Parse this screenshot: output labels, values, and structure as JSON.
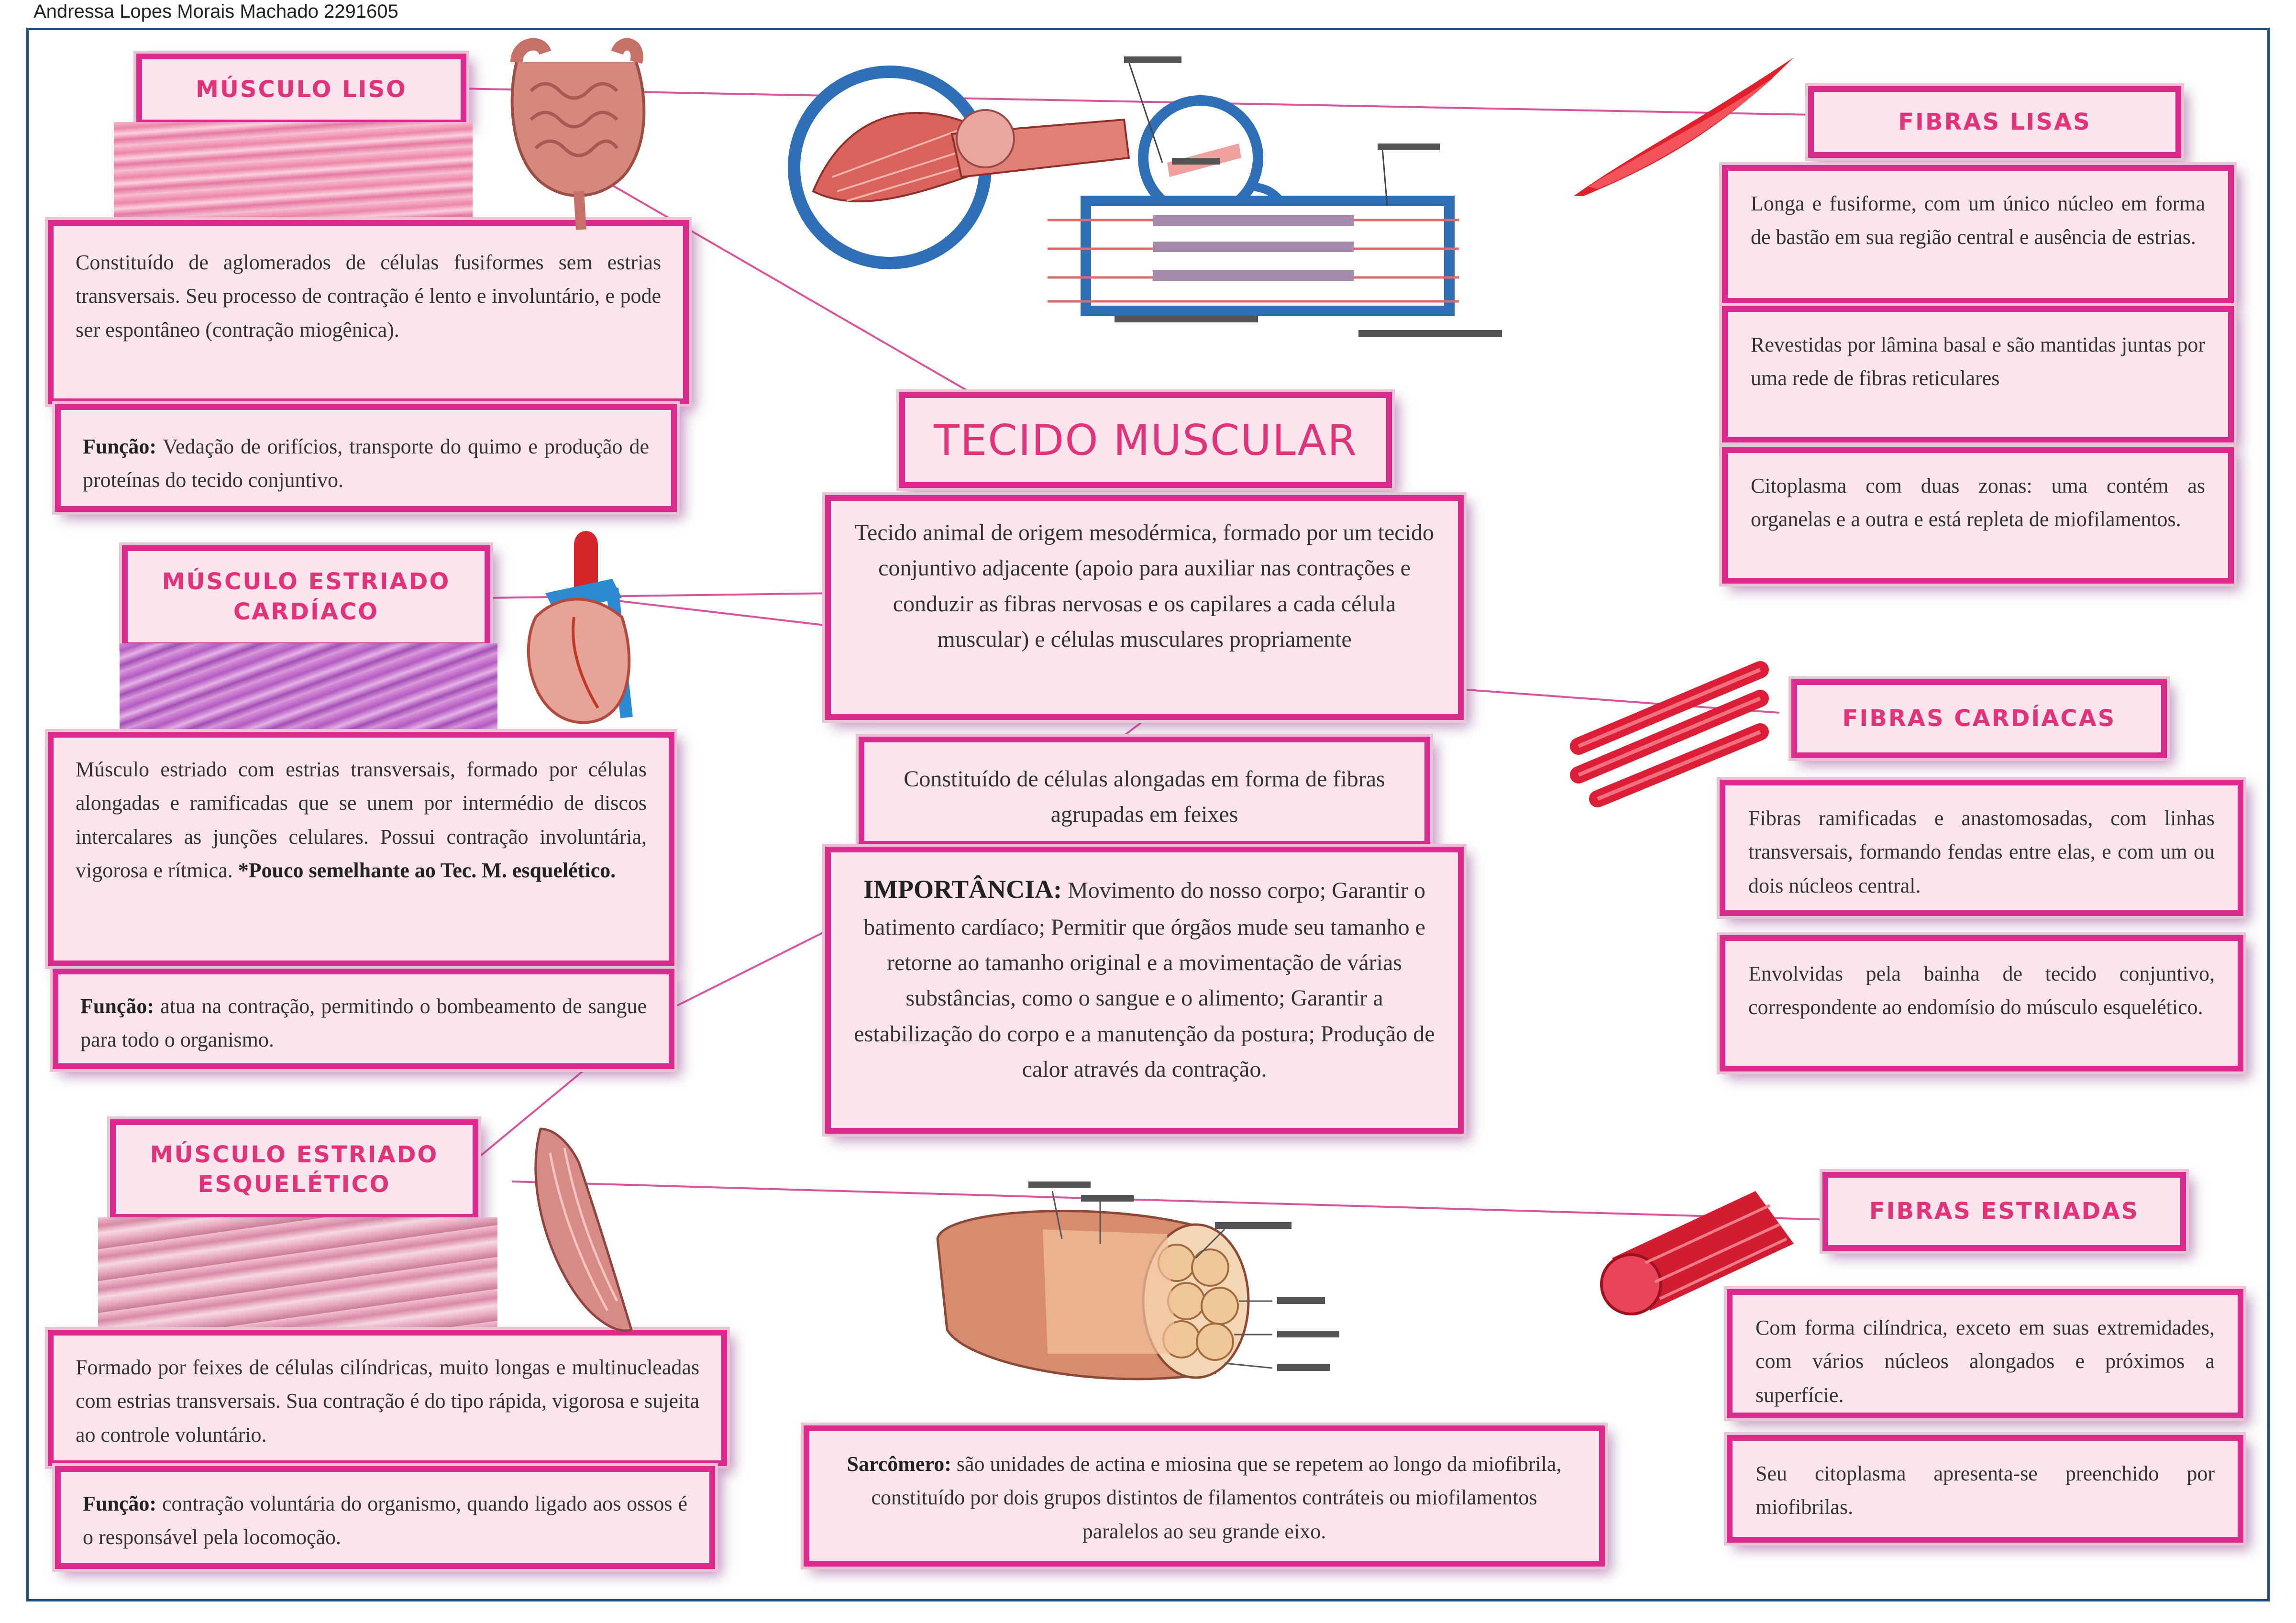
{
  "author": "Andressa Lopes Morais Machado 2291605",
  "main_title": "TECIDO MUSCULAR",
  "center": {
    "definition": "Tecido animal de origem mesodérmica, formado por um tecido conjuntivo adjacente (apoio para auxiliar nas contrações e conduzir as fibras nervosas e os capilares a cada célula muscular) e células musculares propriamente",
    "constitution": "Constituído de células alongadas em forma de fibras agrupadas em feixes",
    "importance_label": "IMPORTÂNCIA:",
    "importance_text": "Movimento do nosso corpo; Garantir o batimento cardíaco; Permitir que órgãos mude seu tamanho e retorne ao tamanho original e a movimentação de várias substâncias, como o sangue e o alimento; Garantir a estabilização do corpo e a manutenção da postura; Produção de calor através da contração."
  },
  "smooth": {
    "title": "MÚSCULO LISO",
    "description": "Constituído de aglomerados de células fusiformes sem estrias transversais. Seu processo de contração é lento e involuntário, e pode ser espontâneo (contração miogênica).",
    "function_label": "Função:",
    "function_text": "Vedação de orifícios, transporte do quimo e produção de proteínas do tecido conjuntivo."
  },
  "cardiac": {
    "title": "MÚSCULO ESTRIADO CARDÍACO",
    "description": "Músculo estriado com estrias transversais, formado por células alongadas e ramificadas que se unem por intermédio de discos intercalares as junções celulares. Possui contração involuntária, vigorosa e rítmica.",
    "note": "*Pouco semelhante ao Tec. M. esquelético.",
    "function_label": "Função:",
    "function_text": "atua na contração, permitindo o bombeamento de sangue para todo o organismo."
  },
  "skeletal": {
    "title": "MÚSCULO ESTRIADO ESQUELÉTICO",
    "description": "Formado por feixes de células cilíndricas, muito longas e multinucleadas com estrias transversais. Sua contração é do tipo rápida, vigorosa e sujeita ao controle voluntário.",
    "function_label": "Função:",
    "function_text": "contração voluntária do organismo, quando ligado aos ossos é o responsável pela locomoção."
  },
  "smooth_fibers": {
    "title": "FIBRAS LISAS",
    "items": [
      "Longa e fusiforme, com um único núcleo em forma de bastão em sua região central e ausência de estrias.",
      "Revestidas por lâmina basal e são mantidas juntas por uma rede de fibras reticulares",
      "Citoplasma com duas zonas: uma contém as organelas e a outra e está repleta de miofilamentos."
    ]
  },
  "cardiac_fibers": {
    "title": "FIBRAS CARDÍACAS",
    "items": [
      "Fibras ramificadas e anastomosadas, com linhas transversais, formando fendas entre elas, e com um ou dois núcleos central.",
      "Envolvidas pela bainha de tecido conjuntivo, correspondente ao endomísio do músculo esquelético."
    ]
  },
  "striated_fibers": {
    "title": "FIBRAS ESTRIADAS",
    "items": [
      "Com forma cilíndrica, exceto em suas extremidades, com vários núcleos alongados e próximos a superfície.",
      "Seu citoplasma apresenta-se preenchido por miofibrilas."
    ]
  },
  "sarcomere": {
    "label": "Sarcômero:",
    "text": "são unidades de actina e miosina que se repetem ao longo da miofibrila, constituído por dois grupos distintos de filamentos contráteis ou miofilamentos paralelos ao seu grande eixo."
  },
  "colors": {
    "border": "#dc2a8f",
    "box_background": "#fbe4ec",
    "title_text": "#e0337a",
    "connector": "#d9559b",
    "frame": "#1f4e79"
  }
}
